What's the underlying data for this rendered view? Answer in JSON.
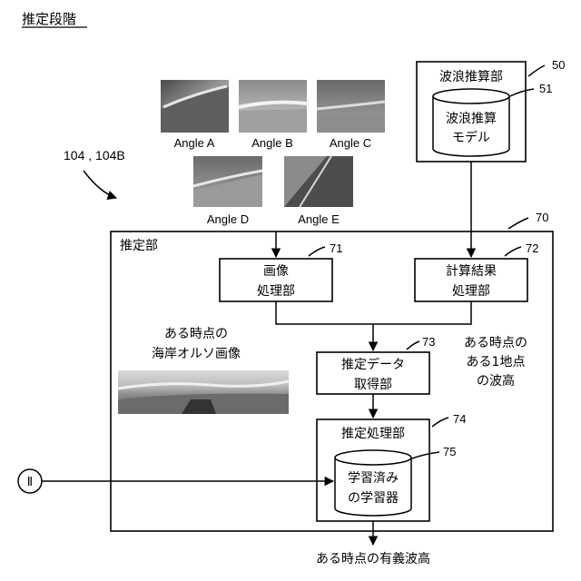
{
  "title": "推定段階",
  "ref_104": "104 , 104B",
  "angles": [
    "Angle A",
    "Angle B",
    "Angle C",
    "Angle D",
    "Angle E"
  ],
  "wave_calc_unit": {
    "label": "波浪推算部",
    "ref": "50"
  },
  "wave_model": {
    "line1": "波浪推算",
    "line2": "モデル",
    "ref": "51"
  },
  "estimation_unit": {
    "label": "推定部",
    "ref": "70"
  },
  "image_processing": {
    "line1": "画像",
    "line2": "処理部",
    "ref": "71"
  },
  "calc_result_processing": {
    "line1": "計算結果",
    "line2": "処理部",
    "ref": "72"
  },
  "ortho_caption": {
    "line1": "ある時点の",
    "line2": "海岸オルソ画像"
  },
  "point_caption": {
    "line1": "ある時点の",
    "line2": "ある1地点",
    "line3": "の波高"
  },
  "data_acquisition": {
    "line1": "推定データ",
    "line2": "取得部",
    "ref": "73"
  },
  "estimation_processing": {
    "label": "推定処理部",
    "ref": "74"
  },
  "trained_learner": {
    "line1": "学習済み",
    "line2": "の学習器",
    "ref": "75"
  },
  "input_symbol": "Ⅱ",
  "output_label": "ある時点の有義波高"
}
